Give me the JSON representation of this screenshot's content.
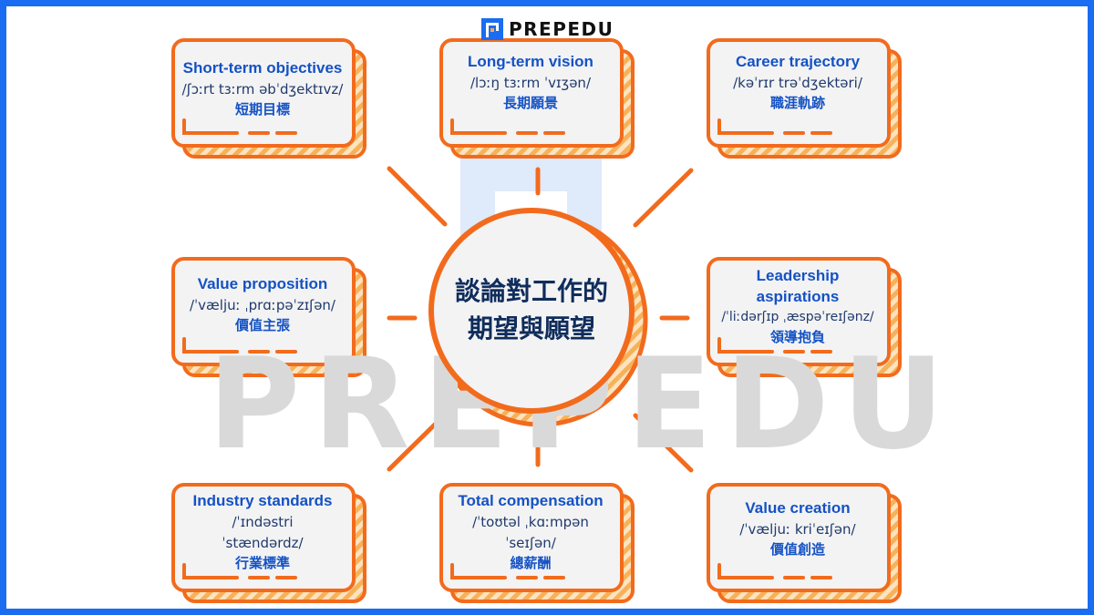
{
  "brand": {
    "name": "PREPEDU",
    "watermark": "PREPEDU",
    "accent": "#f26b1d",
    "border": "#1a6cf0"
  },
  "center": {
    "title": "談論對工作的期望與願望"
  },
  "cards": [
    {
      "title": "Short-term objectives",
      "ipa": "/ʃɔːrt tɜːrm əbˈdʒektɪvz/",
      "zh": "短期目標"
    },
    {
      "title": "Long-term vision",
      "ipa": "/lɔːŋ tɜːrm ˈvɪʒən/",
      "zh": "長期願景"
    },
    {
      "title": "Career trajectory",
      "ipa": "/kəˈrɪr trəˈdʒektəri/",
      "zh": "職涯軌跡"
    },
    {
      "title": "Value proposition",
      "ipa": "/ˈvæljuː ˌprɑːpəˈzɪʃən/",
      "zh": "價值主張"
    },
    {
      "title": "Leadership aspirations",
      "ipa": "/ˈliːdərʃɪp ˌæspəˈreɪʃənz/",
      "zh": "領導抱負"
    },
    {
      "title": "Industry standards",
      "ipa": "/ˈɪndəstri ˈstændərdz/",
      "zh": "行業標準"
    },
    {
      "title": "Total compensation",
      "ipa": "/ˈtoʊtəl ˌkɑːmpən ˈseɪʃən/",
      "zh": "總薪酬"
    },
    {
      "title": "Value creation",
      "ipa": "/ˈvæljuː kriˈeɪʃən/",
      "zh": "價值創造"
    }
  ]
}
